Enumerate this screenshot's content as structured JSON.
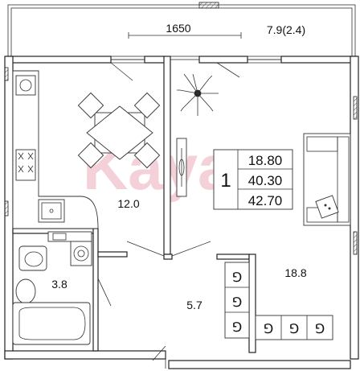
{
  "plan": {
    "dimension_label": "1650",
    "balcony_area": "7.9(2.4)",
    "rooms": {
      "kitchen_area": "12.0",
      "bathroom_area": "3.8",
      "hall_area": "5.7",
      "living_area": "18.8"
    },
    "summary": {
      "room_count": "1",
      "living_area": "18.80",
      "total_area": "40.30",
      "total_area_with_balcony": "42.70"
    },
    "watermark": "Kayan"
  }
}
